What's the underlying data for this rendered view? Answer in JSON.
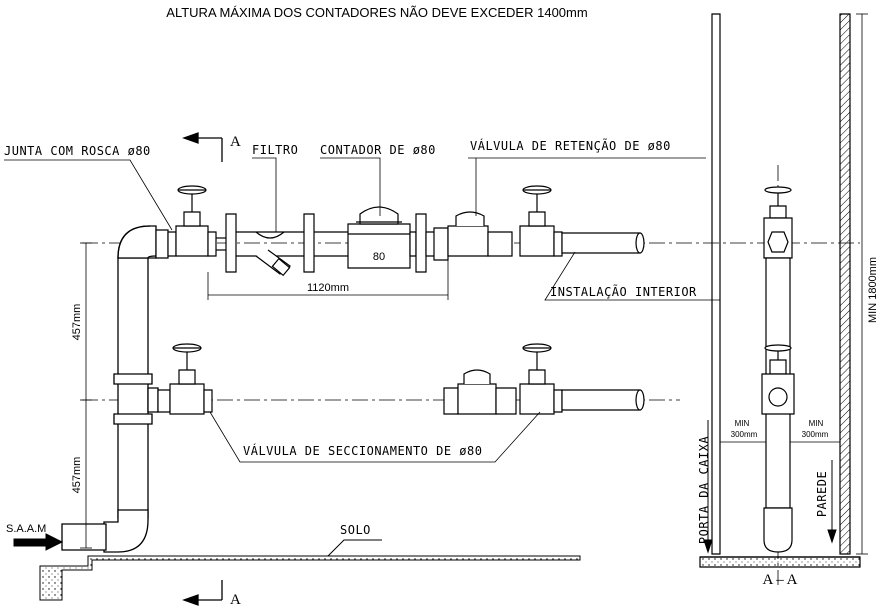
{
  "title": "ALTURA MÁXIMA DOS CONTADORES NÃO DEVE EXCEDER 1400mm",
  "labels": {
    "junta": "JUNTA COM ROSCA ø80",
    "filtro": "FILTRO",
    "contador": "CONTADOR DE ø80",
    "valvula_retencao": "VÁLVULA DE RETENÇÃO DE ø80",
    "instalacao": "INSTALAÇÃO INTERIOR",
    "valvula_seccionamento": "VÁLVULA DE SECCIONAMENTO DE ø80",
    "solo": "SOLO",
    "saam": "S.A.A.M",
    "meter_number": "80"
  },
  "dimensions": {
    "length_1120": "1120mm",
    "height_457_top": "457mm",
    "height_457_bottom": "457mm",
    "min_1800": "MIN 1800mm"
  },
  "section": {
    "marker_top": "A",
    "marker_bottom": "A",
    "caption": "A – A",
    "min_left_label": "MIN",
    "min_left_value": "300mm",
    "min_right_label": "MIN",
    "min_right_value": "300mm",
    "porta": "PORTA DA CAIXA",
    "parede": "PAREDE"
  },
  "colors": {
    "line": "#000000",
    "background": "#ffffff"
  }
}
